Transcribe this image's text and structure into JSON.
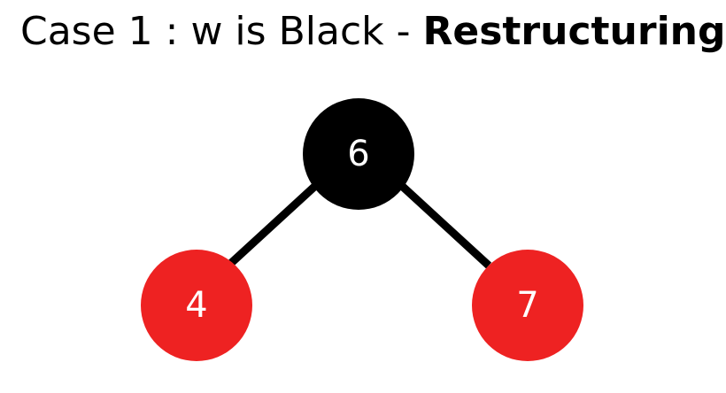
{
  "title": {
    "prefix": "Case 1 : w is Black - ",
    "emphasis": "Restructuring"
  },
  "tree": {
    "root": {
      "label": "6",
      "color": "#000000",
      "text_color": "#ffffff"
    },
    "left_child": {
      "label": "4",
      "color": "#ee2222",
      "text_color": "#ffffff"
    },
    "right_child": {
      "label": "7",
      "color": "#ee2222",
      "text_color": "#ffffff"
    },
    "edge_color": "#000000"
  }
}
